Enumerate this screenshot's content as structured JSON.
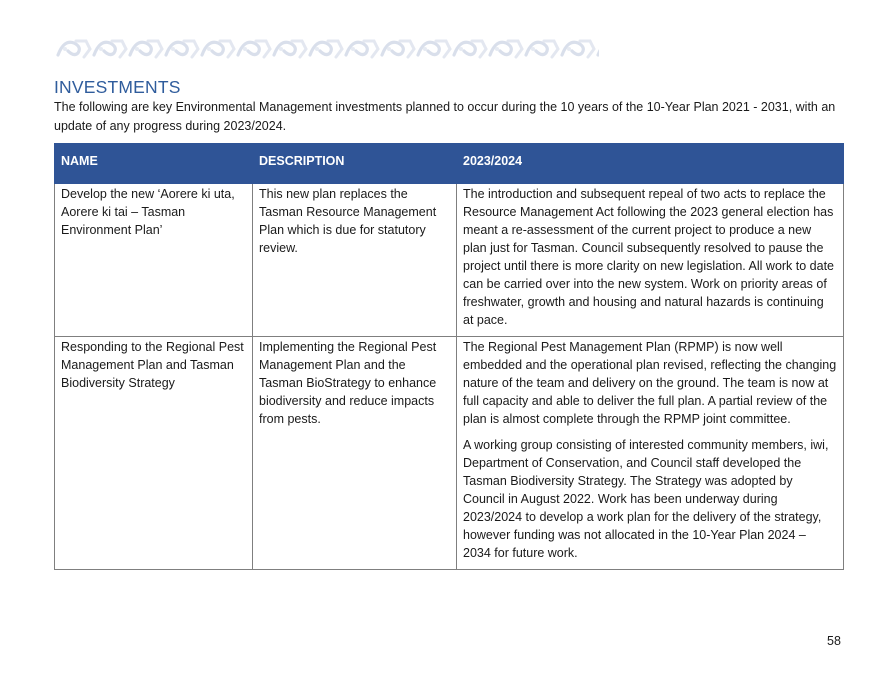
{
  "page": {
    "section_title": "INVESTMENTS",
    "intro": "The following are key Environmental Management investments planned to occur during the 10 years of the 10-Year Plan 2021 - 2031, with an update of any progress during 2023/2024.",
    "page_number": "58"
  },
  "table": {
    "headers": [
      "NAME",
      "DESCRIPTION",
      "2023/2024"
    ],
    "rows": [
      {
        "name": "Develop the new ‘Aorere ki uta, Aorere ki tai – Tasman Environment Plan’",
        "description": "This new plan replaces the Tasman Resource Management Plan which is due for statutory review.",
        "progress": [
          "The introduction and subsequent repeal of two acts to replace the Resource Management Act following the 2023 general election has meant a re-assessment of the current project to produce a new plan just for Tasman. Council subsequently resolved to pause the project until there is more clarity on new legislation.  All work to date can be carried over into the new system.  Work on priority areas of freshwater, growth and housing and natural hazards is continuing at pace."
        ]
      },
      {
        "name": "Responding to the Regional Pest Management Plan and Tasman Biodiversity Strategy",
        "description": "Implementing the Regional Pest Management Plan and the Tasman BioStrategy to enhance biodiversity and reduce impacts from pests.",
        "progress": [
          "The Regional Pest Management Plan (RPMP) is now well embedded and the operational plan revised, reflecting the changing nature of the team and delivery on the ground.  The team is now at full capacity and able to deliver the full plan. A partial review of the plan is almost complete through the RPMP joint committee.",
          "A working group consisting of interested community members, iwi, Department of Conservation, and Council staff developed the Tasman Biodiversity Strategy.  The Strategy was adopted by Council in August 2022. Work has been underway during 2023/2024 to develop a work plan for the delivery of the strategy, however funding was not allocated in the 10-Year Plan 2024 – 2034 for future work."
        ]
      }
    ]
  },
  "colors": {
    "title": "#2f5c9c",
    "header_bg": "#2f5496",
    "banner": "#dfe4ee"
  },
  "icons": {
    "banner": "decorative-pattern-banner"
  }
}
